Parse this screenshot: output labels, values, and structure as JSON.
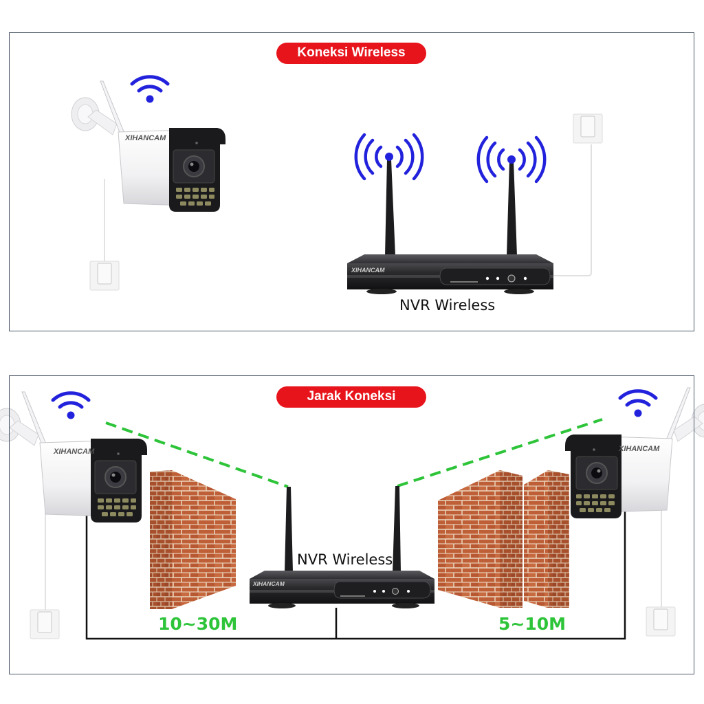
{
  "colors": {
    "pill_red": "#e8141c",
    "wifi_blue": "#2222dd",
    "signal_green": "#2ec43a",
    "panel_border": "#4a5866",
    "brick": "#c0623a",
    "nvr_body": "#2b2b2d"
  },
  "top_panel": {
    "title": "Koneksi Wireless",
    "nvr_label": "NVR Wireless",
    "camera_brand": "XIHANCAM",
    "nvr_brand": "XIHANCAM",
    "icons": [
      "wifi-icon",
      "camera-icon",
      "power-outlet-icon",
      "nvr-icon",
      "antenna-signal-icon"
    ]
  },
  "bottom_panel": {
    "title": "Jarak Koneksi",
    "nvr_label": "NVR Wireless",
    "left_camera_brand": "XIHANCAM",
    "right_camera_brand": "XIHANCAM",
    "nvr_brand": "XIHANCAM",
    "left_distance": "10~30M",
    "right_distance": "5~10M",
    "left_obstacle": "brick-wall-icon",
    "right_obstacle": "double-brick-wall-icon"
  }
}
